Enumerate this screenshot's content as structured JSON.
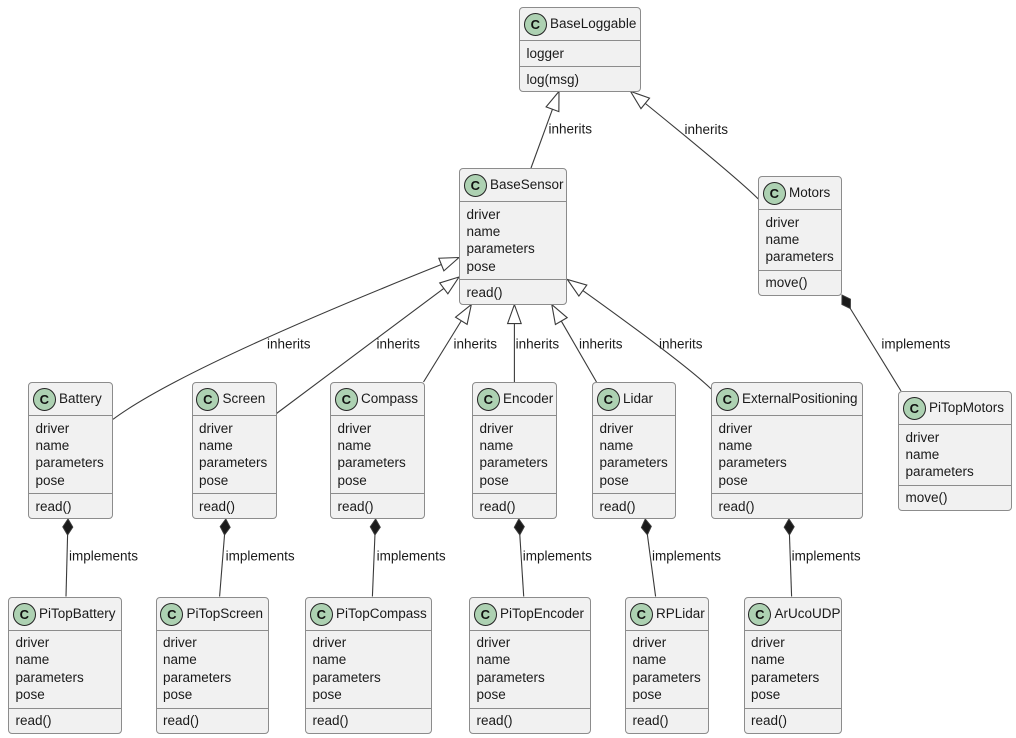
{
  "diagram": {
    "type": "uml-class-diagram",
    "icon": {
      "letter": "C"
    },
    "colors": {
      "box_fill": "#f1f1f1",
      "box_border": "#8c8c8c",
      "icon_fill": "#ADD1B2",
      "icon_border": "#222222",
      "edge_line": "#3a3a3a",
      "text": "#1a1a1a",
      "background": "#ffffff"
    },
    "classes": [
      {
        "id": "BaseLoggable",
        "name": "BaseLoggable",
        "fields": [
          "logger"
        ],
        "methods": [
          "log(msg)"
        ]
      },
      {
        "id": "BaseSensor",
        "name": "BaseSensor",
        "fields": [
          "driver",
          "name",
          "parameters",
          "pose"
        ],
        "methods": [
          "read()"
        ]
      },
      {
        "id": "Motors",
        "name": "Motors",
        "fields": [
          "driver",
          "name",
          "parameters"
        ],
        "methods": [
          "move()"
        ]
      },
      {
        "id": "Battery",
        "name": "Battery",
        "fields": [
          "driver",
          "name",
          "parameters",
          "pose"
        ],
        "methods": [
          "read()"
        ]
      },
      {
        "id": "Screen",
        "name": "Screen",
        "fields": [
          "driver",
          "name",
          "parameters",
          "pose"
        ],
        "methods": [
          "read()"
        ]
      },
      {
        "id": "Compass",
        "name": "Compass",
        "fields": [
          "driver",
          "name",
          "parameters",
          "pose"
        ],
        "methods": [
          "read()"
        ]
      },
      {
        "id": "Encoder",
        "name": "Encoder",
        "fields": [
          "driver",
          "name",
          "parameters",
          "pose"
        ],
        "methods": [
          "read()"
        ]
      },
      {
        "id": "Lidar",
        "name": "Lidar",
        "fields": [
          "driver",
          "name",
          "parameters",
          "pose"
        ],
        "methods": [
          "read()"
        ]
      },
      {
        "id": "ExternalPositioning",
        "name": "ExternalPositioning",
        "fields": [
          "driver",
          "name",
          "parameters",
          "pose"
        ],
        "methods": [
          "read()"
        ]
      },
      {
        "id": "PiTopMotors",
        "name": "PiTopMotors",
        "fields": [
          "driver",
          "name",
          "parameters"
        ],
        "methods": [
          "move()"
        ]
      },
      {
        "id": "PiTopBattery",
        "name": "PiTopBattery",
        "fields": [
          "driver",
          "name",
          "parameters",
          "pose"
        ],
        "methods": [
          "read()"
        ]
      },
      {
        "id": "PiTopScreen",
        "name": "PiTopScreen",
        "fields": [
          "driver",
          "name",
          "parameters",
          "pose"
        ],
        "methods": [
          "read()"
        ]
      },
      {
        "id": "PiTopCompass",
        "name": "PiTopCompass",
        "fields": [
          "driver",
          "name",
          "parameters",
          "pose"
        ],
        "methods": [
          "read()"
        ]
      },
      {
        "id": "PiTopEncoder",
        "name": "PiTopEncoder",
        "fields": [
          "driver",
          "name",
          "parameters",
          "pose"
        ],
        "methods": [
          "read()"
        ]
      },
      {
        "id": "RPLidar",
        "name": "RPLidar",
        "fields": [
          "driver",
          "name",
          "parameters",
          "pose"
        ],
        "methods": [
          "read()"
        ]
      },
      {
        "id": "ArUcoUDP",
        "name": "ArUcoUDP",
        "fields": [
          "driver",
          "name",
          "parameters",
          "pose"
        ],
        "methods": [
          "read()"
        ]
      }
    ],
    "relationships": [
      {
        "from": "BaseSensor",
        "to": "BaseLoggable",
        "label": "inherits",
        "kind": "generalization"
      },
      {
        "from": "Motors",
        "to": "BaseLoggable",
        "label": "inherits",
        "kind": "generalization"
      },
      {
        "from": "Battery",
        "to": "BaseSensor",
        "label": "inherits",
        "kind": "generalization"
      },
      {
        "from": "Screen",
        "to": "BaseSensor",
        "label": "inherits",
        "kind": "generalization"
      },
      {
        "from": "Compass",
        "to": "BaseSensor",
        "label": "inherits",
        "kind": "generalization"
      },
      {
        "from": "Encoder",
        "to": "BaseSensor",
        "label": "inherits",
        "kind": "generalization"
      },
      {
        "from": "Lidar",
        "to": "BaseSensor",
        "label": "inherits",
        "kind": "generalization"
      },
      {
        "from": "ExternalPositioning",
        "to": "BaseSensor",
        "label": "inherits",
        "kind": "generalization"
      },
      {
        "from": "PiTopBattery",
        "to": "Battery",
        "label": "implements",
        "kind": "composition"
      },
      {
        "from": "PiTopScreen",
        "to": "Screen",
        "label": "implements",
        "kind": "composition"
      },
      {
        "from": "PiTopCompass",
        "to": "Compass",
        "label": "implements",
        "kind": "composition"
      },
      {
        "from": "PiTopEncoder",
        "to": "Encoder",
        "label": "implements",
        "kind": "composition"
      },
      {
        "from": "RPLidar",
        "to": "Lidar",
        "label": "implements",
        "kind": "composition"
      },
      {
        "from": "ArUcoUDP",
        "to": "ExternalPositioning",
        "label": "implements",
        "kind": "composition"
      },
      {
        "from": "PiTopMotors",
        "to": "Motors",
        "label": "implements",
        "kind": "composition"
      }
    ]
  }
}
